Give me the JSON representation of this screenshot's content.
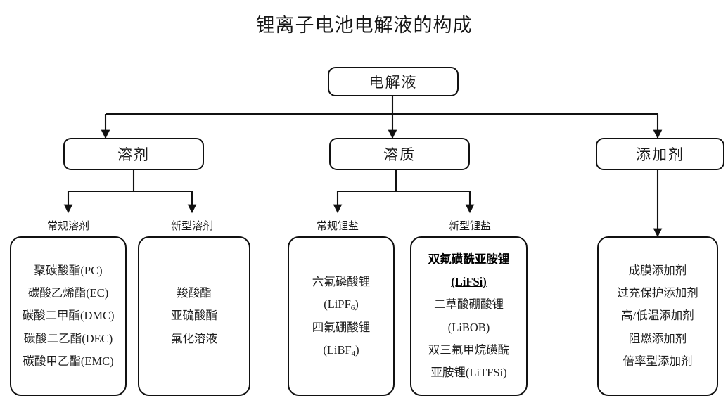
{
  "title": "锂离子电池电解液的构成",
  "chart_data": {
    "type": "diagram",
    "title": "锂离子电池电解液的构成",
    "orientation": "top-down tree",
    "levels": 4
  },
  "root": {
    "label": "电解液"
  },
  "branches": [
    {
      "key": "solvent",
      "label": "溶剂",
      "captions": [
        {
          "key": "conventional-solvent",
          "label": "常规溶剂"
        },
        {
          "key": "new-solvent",
          "label": "新型溶剂"
        }
      ],
      "leaves": [
        {
          "key": "conventional-solvent-list",
          "lines": [
            {
              "text": "聚碳酸酯(PC)",
              "emphasis": false
            },
            {
              "text": "碳酸乙烯酯(EC)",
              "emphasis": false
            },
            {
              "text": "碳酸二甲酯(DMC)",
              "emphasis": false
            },
            {
              "text": "碳酸二乙酯(DEC)",
              "emphasis": false
            },
            {
              "text": "碳酸甲乙酯(EMC)",
              "emphasis": false
            }
          ]
        },
        {
          "key": "new-solvent-list",
          "lines": [
            {
              "text": "羧酸酯",
              "emphasis": false
            },
            {
              "text": "亚硫酸酯",
              "emphasis": false
            },
            {
              "text": "氟化溶液",
              "emphasis": false
            }
          ]
        }
      ]
    },
    {
      "key": "solute",
      "label": "溶质",
      "captions": [
        {
          "key": "conventional-lithium-salt",
          "label": "常规锂盐"
        },
        {
          "key": "new-lithium-salt",
          "label": "新型锂盐"
        }
      ],
      "leaves": [
        {
          "key": "conventional-lithium-salt-list",
          "lines": [
            {
              "text": "六氟磷酸锂",
              "emphasis": false
            },
            {
              "text": "(LiPF6)",
              "base": "(LiPF",
              "sub": "6",
              "tail": ")",
              "emphasis": false
            },
            {
              "text": "四氟硼酸锂",
              "emphasis": false
            },
            {
              "text": "(LiBF4)",
              "base": "(LiBF",
              "sub": "4",
              "tail": ")",
              "emphasis": false
            }
          ]
        },
        {
          "key": "new-lithium-salt-list",
          "lines": [
            {
              "text": "双氟磺酰亚胺锂",
              "emphasis": true
            },
            {
              "text": "(LiFSi)",
              "emphasis": true
            },
            {
              "text": "二草酸硼酸锂",
              "emphasis": false
            },
            {
              "text": "(LiBOB)",
              "emphasis": false
            },
            {
              "text": "双三氟甲烷磺酰",
              "emphasis": false
            },
            {
              "text": "亚胺锂(LiTFSi)",
              "emphasis": false
            }
          ]
        }
      ]
    },
    {
      "key": "additive",
      "label": "添加剂",
      "captions": [],
      "leaves": [
        {
          "key": "additive-list",
          "lines": [
            {
              "text": "成膜添加剂",
              "emphasis": false
            },
            {
              "text": "过充保护添加剂",
              "emphasis": false
            },
            {
              "text": "高/低温添加剂",
              "emphasis": false
            },
            {
              "text": "阻燃添加剂",
              "emphasis": false
            },
            {
              "text": "倍率型添加剂",
              "emphasis": false
            }
          ]
        }
      ]
    }
  ],
  "colors": {
    "stroke": "#111111",
    "text": "#1a1a1a",
    "background": "#ffffff"
  }
}
